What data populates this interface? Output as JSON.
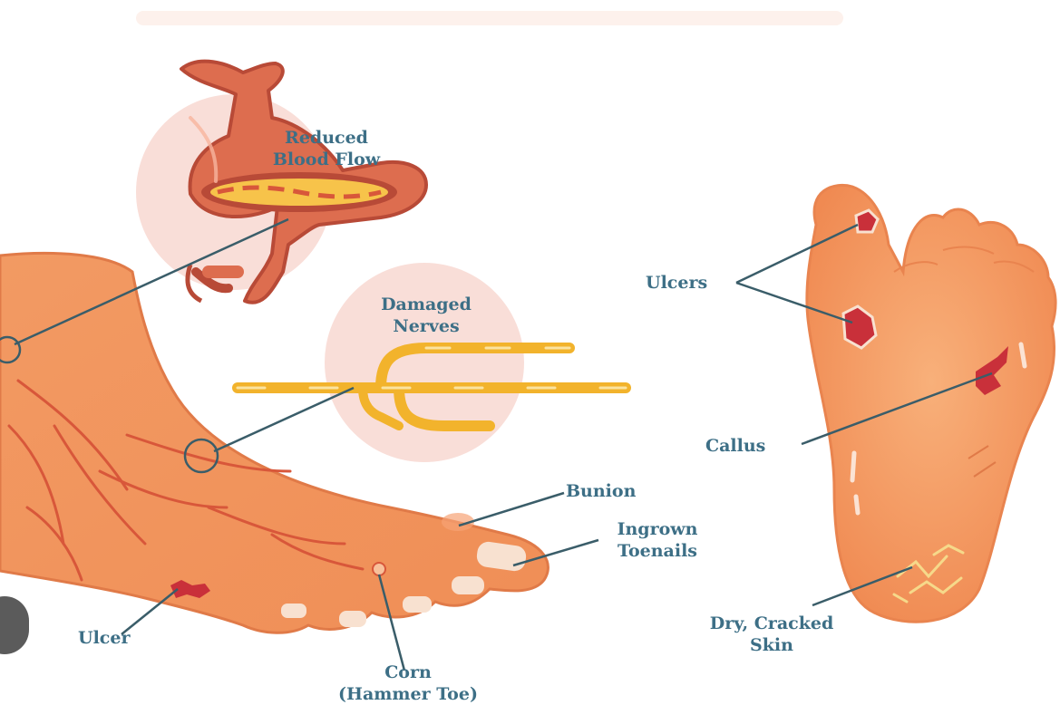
{
  "labels": {
    "reduced_blood_flow": [
      "Reduced",
      "Blood Flow"
    ],
    "damaged_nerves": [
      "Damaged",
      "Nerves"
    ],
    "bunion": "Bunion",
    "ingrown_toenails": [
      "Ingrown",
      "Toenails"
    ],
    "ulcer": "Ulcer",
    "corn": [
      "Corn",
      "(Hammer Toe)"
    ],
    "ulcers": "Ulcers",
    "callus": "Callus",
    "dry_cracked_skin": [
      "Dry, Cracked",
      "Skin"
    ]
  },
  "colors": {
    "label_text": "#3d6f86",
    "skin": "#f2955e",
    "skin_light": "#f8c09a",
    "vein": "#d8573a",
    "artery": "#dc6a4c",
    "nerve": "#f2b32c",
    "halo": "#f8dcd6",
    "leader_line": "#3a5d69",
    "wound": "#c9303a"
  }
}
